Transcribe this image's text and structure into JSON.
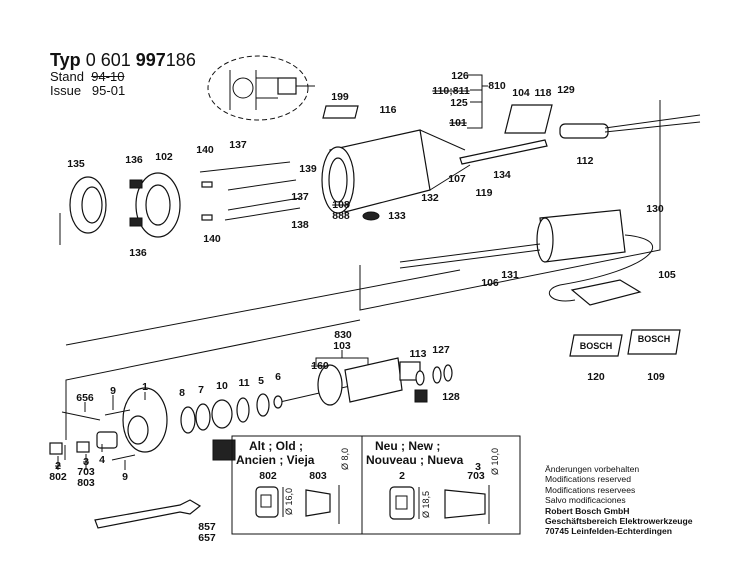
{
  "header": {
    "typ_label": "Typ",
    "typ_number_prefix": "0 601",
    "typ_number_bold": "997",
    "typ_number_suffix": "186",
    "stand_label": "Stand",
    "stand_value": "94-10",
    "issue_label": "Issue",
    "issue_value": "95-01"
  },
  "parts": [
    "135",
    "136",
    "102",
    "140",
    "137",
    "139",
    "137",
    "138",
    "136",
    "140",
    "199",
    "126",
    "110;811",
    "125",
    "810",
    "116",
    "101",
    "104",
    "118",
    "129",
    "112",
    "134",
    "107",
    "119",
    "108",
    "888",
    "132",
    "133",
    "130",
    "131",
    "105",
    "106",
    "120",
    "109",
    "830",
    "103",
    "160",
    "113",
    "127",
    "128",
    "656",
    "9",
    "1",
    "8",
    "7",
    "10",
    "11",
    "5",
    "6",
    "4",
    "9",
    "2",
    "802",
    "3",
    "703",
    "803",
    "857",
    "657"
  ],
  "logos": {
    "plate_1": "BOSCH",
    "plate_2": "BOSCH"
  },
  "comparison_box": {
    "old_title_1": "Alt ; Old ;",
    "old_title_2": "Ancien ; Vieja",
    "new_title_1": "Neu ; New ;",
    "new_title_2": "Nouveau ; Nueva",
    "old_nut": "802",
    "old_collet": "803",
    "old_nut_dim": "Ø 16,0",
    "old_collet_dim": "Ø 8,0",
    "new_nut": "2",
    "new_collet_top": "3",
    "new_collet": "703",
    "new_nut_dim": "Ø 18,5",
    "new_collet_dim": "Ø 10,0"
  },
  "footer": {
    "lines": [
      "Änderungen vorbehalten",
      "Modifications reserved",
      "Modifications reservees",
      "Salvo modificaciones"
    ],
    "company": [
      "Robert Bosch GmbH",
      "Geschäftsbereich Elektrowerkzeuge",
      "70745 Leinfelden-Echterdingen"
    ]
  }
}
